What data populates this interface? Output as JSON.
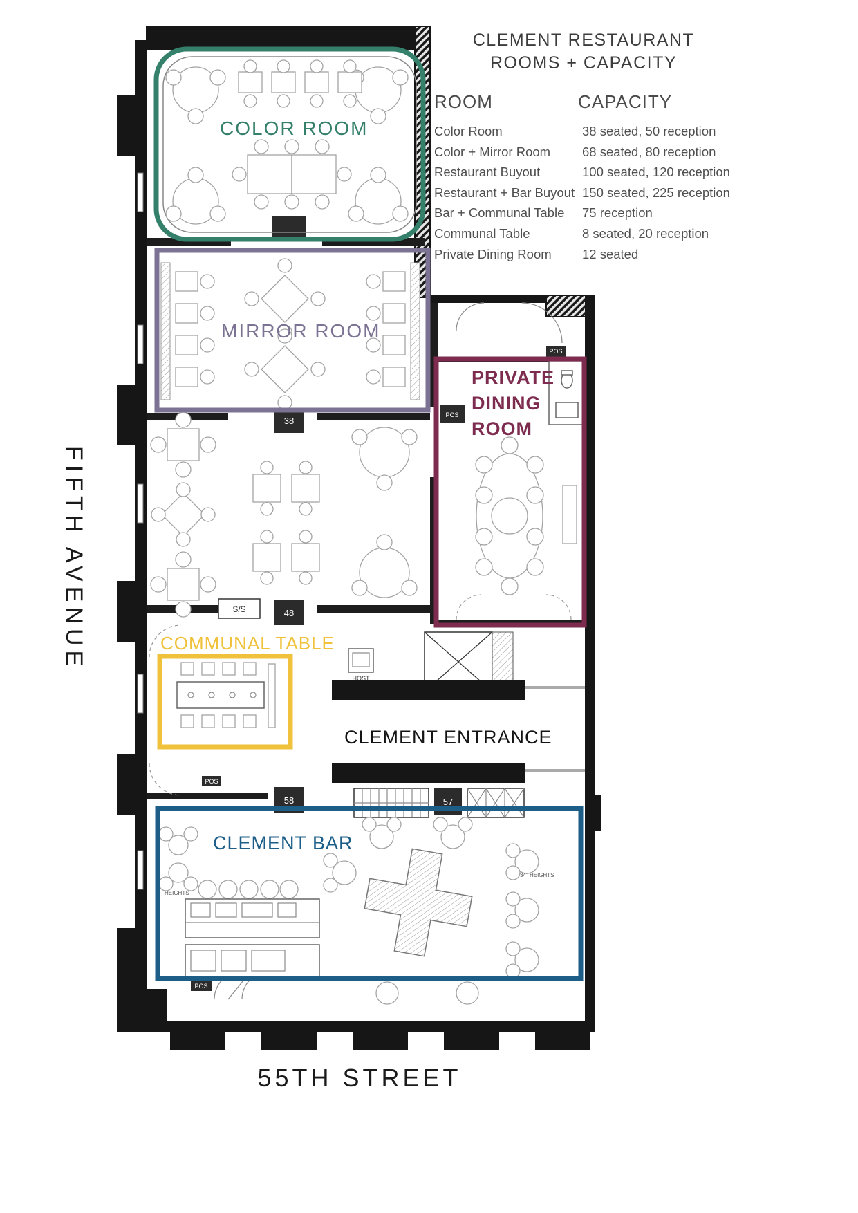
{
  "legend": {
    "title_line1": "CLEMENT RESTAURANT",
    "title_line2": "ROOMS + CAPACITY",
    "col_room": "ROOM",
    "col_capacity": "CAPACITY",
    "rows": [
      {
        "room": "Color Room",
        "capacity": "38 seated, 50 reception"
      },
      {
        "room": "Color + Mirror Room",
        "capacity": "68 seated, 80 reception"
      },
      {
        "room": "Restaurant Buyout",
        "capacity": "100 seated, 120 reception"
      },
      {
        "room": "Restaurant + Bar Buyout",
        "capacity": "150 seated, 225 reception"
      },
      {
        "room": "Bar + Communal Table",
        "capacity": "75 reception"
      },
      {
        "room": "Communal Table",
        "capacity": "8 seated, 20 reception"
      },
      {
        "room": "Private Dining Room",
        "capacity": "12 seated"
      }
    ]
  },
  "rooms": {
    "color_room": {
      "label": "COLOR ROOM",
      "color": "#35806a"
    },
    "mirror_room": {
      "label": "MIRROR ROOM",
      "color": "#7c7293"
    },
    "private_dining": {
      "label_lines": [
        "PRIVATE",
        "DINING",
        "ROOM"
      ],
      "color": "#7d2b4e"
    },
    "communal_table": {
      "label": "COMMUNAL TABLE",
      "color": "#f0c23c"
    },
    "clement_bar": {
      "label": "CLEMENT BAR",
      "color": "#1c5e88"
    },
    "entrance": {
      "label": "CLEMENT ENTRANCE",
      "color": "#141414"
    }
  },
  "streets": {
    "left": "FIFTH AVENUE",
    "bottom": "55TH STREET"
  },
  "plan_marks": {
    "door_38": "38",
    "door_48": "48",
    "door_58": "58",
    "door_57": "57",
    "ss": "S/S",
    "host": "HOST",
    "pos_a": "POS",
    "pos_b": "POS",
    "pos_c": "POS",
    "pos_d": "POS",
    "heights": "HEIGHTS",
    "heights_34": "34\" HEIGHTS"
  }
}
